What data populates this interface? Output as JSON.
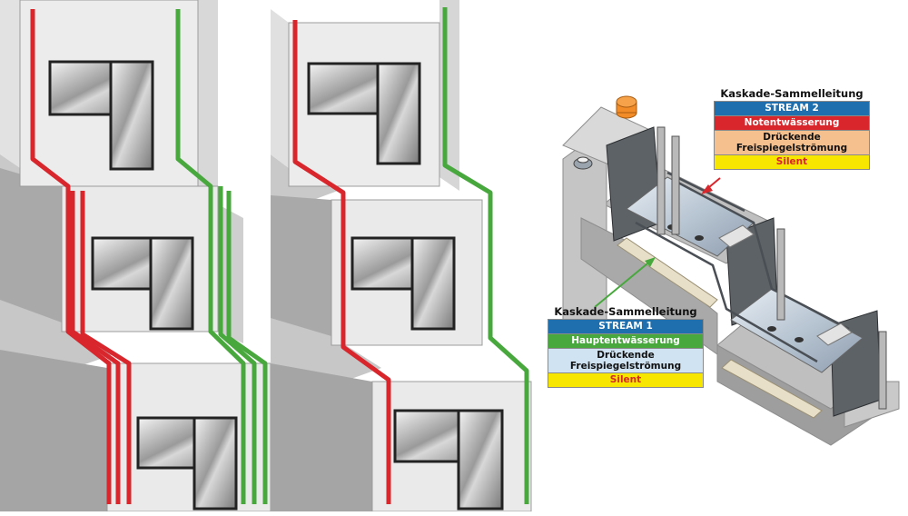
{
  "colors": {
    "drain_red": "#d8262c",
    "drain_green": "#48a83e",
    "stream_blue": "#1f6fae",
    "silent_yellow": "#f7e600",
    "pressure_orange": "#f6c08e",
    "pressure_light_blue": "#d0e3f2",
    "wall_light": "#e9e9e9",
    "wall_dark": "#b4b4b4"
  },
  "legend_upper": {
    "title": "Kaskade-Sammelleitung",
    "stream": "STREAM 2",
    "function": "Notentwässerung",
    "flow_line1": "Drückende",
    "flow_line2": "Freispiegelströmung",
    "note": "Silent"
  },
  "legend_lower": {
    "title": "Kaskade-Sammelleitung",
    "stream": "STREAM 1",
    "function": "Hauptentwässerung",
    "flow_line1": "Drückende",
    "flow_line2": "Freispiegelströmung",
    "note": "Silent"
  }
}
